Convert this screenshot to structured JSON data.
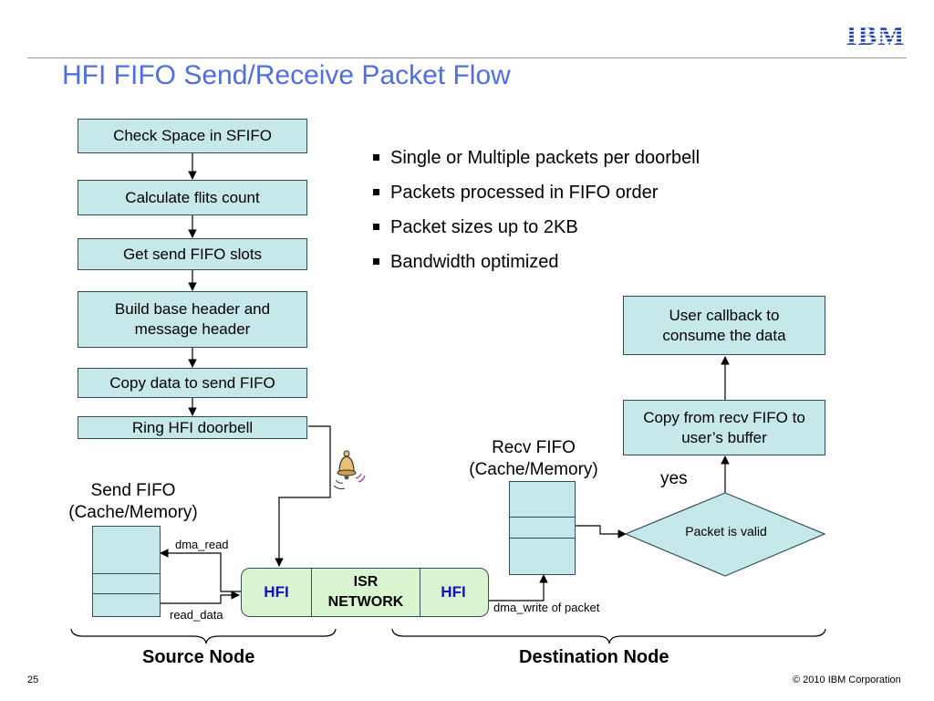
{
  "header": {
    "title": "HFI FIFO Send/Receive Packet Flow",
    "logo_text": "IBM"
  },
  "send_flow": [
    {
      "label": "Check Space in SFIFO"
    },
    {
      "label": "Calculate flits count"
    },
    {
      "label": "Get send FIFO slots"
    },
    {
      "label": "Build base header and message header"
    },
    {
      "label": "Copy data to send FIFO"
    },
    {
      "label": "Ring HFI doorbell"
    }
  ],
  "bullets": [
    "Single or Multiple packets per doorbell",
    "Packets processed in FIFO order",
    "Packet sizes up to 2KB",
    "Bandwidth optimized"
  ],
  "receive_flow": {
    "user_callback": "User callback to consume the data",
    "copy_from_recv": "Copy from recv FIFO to user’s buffer",
    "decision": "Packet is valid",
    "yes_label": "yes"
  },
  "send_fifo": {
    "label_line1": "Send FIFO",
    "label_line2": "(Cache/Memory)"
  },
  "recv_fifo": {
    "label_line1": "Recv FIFO",
    "label_line2": "(Cache/Memory)"
  },
  "network": {
    "left_hfi": "HFI",
    "isr_line1": "ISR",
    "isr_line2": "NETWORK",
    "right_hfi": "HFI"
  },
  "edge_labels": {
    "dma_read": "dma_read",
    "read_data": "read_data",
    "dma_write": "dma_write of packet"
  },
  "groups": {
    "source": "Source Node",
    "destination": "Destination Node"
  },
  "footer": {
    "page_number": "25",
    "copyright": "© 2010 IBM Corporation"
  },
  "colors": {
    "title": "#4f6fe0",
    "box_fill": "#c6e8e8",
    "box_border": "#2e4f62",
    "network_fill": "#d8f5d0",
    "hfi_text": "#1111cc",
    "logo": "#1f3fbf"
  }
}
